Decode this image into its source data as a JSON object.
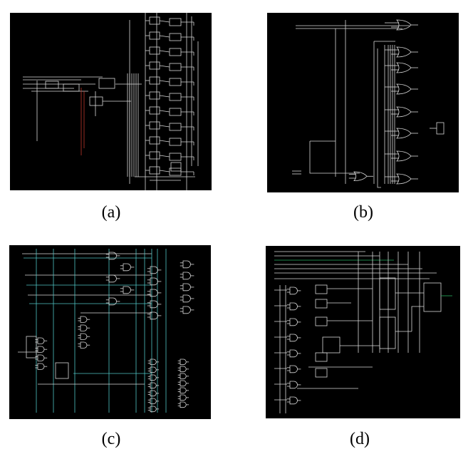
{
  "panels": [
    {
      "id": "a",
      "caption": "(a)"
    },
    {
      "id": "b",
      "caption": "(b)"
    },
    {
      "id": "c",
      "caption": "(c)"
    },
    {
      "id": "d",
      "caption": "(d)"
    }
  ],
  "colors": {
    "background": "#000000",
    "wire": "#d8d8d8",
    "wire_red": "#c0392b",
    "wire_green": "#27ae60",
    "wire_cyan": "#4fc3c3",
    "page": "#ffffff"
  }
}
